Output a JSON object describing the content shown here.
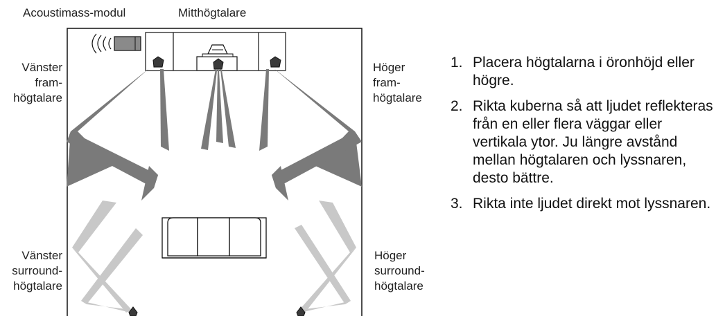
{
  "labels": {
    "acoustimass": "Acoustimass-modul",
    "center": "Mitthögtalare",
    "left_front": [
      "Vänster",
      "fram-",
      "högtalare"
    ],
    "right_front": [
      "Höger",
      "fram-",
      "högtalare"
    ],
    "left_surround": [
      "Vänster",
      "surround-",
      "högtalare"
    ],
    "right_surround": [
      "Höger",
      "surround-",
      "högtalare"
    ]
  },
  "steps": [
    {
      "num": "1.",
      "text": "Placera högtalarna i öronhöjd eller högre."
    },
    {
      "num": "2.",
      "text": "Rikta kuberna så att ljudet reflekteras från en eller flera väggar eller vertikala ytor. Ju längre avstånd mellan hög­talaren och lyssnaren, desto bättre."
    },
    {
      "num": "3.",
      "text": "Rikta inte ljudet direkt mot lyssnaren."
    }
  ],
  "colors": {
    "front_beam": "#7a7a7a",
    "surround_beam": "#c8c8c8",
    "line": "#111111",
    "speaker": "#3a3a3a"
  }
}
